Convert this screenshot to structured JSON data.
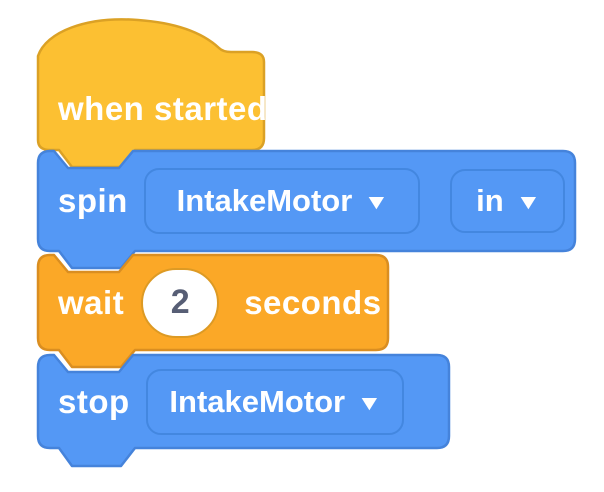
{
  "workspace": {
    "background": "#ffffff"
  },
  "colors": {
    "canvas_bg": "#ffffff",
    "hat_fill": "#FCC032",
    "hat_stroke": "#DBA125",
    "blue_fill": "#5498F5",
    "blue_stroke": "#4583DB",
    "blue_dropdown_stroke": "#4387E0",
    "orange_fill": "#FBA827",
    "orange_stroke": "#DA8E21",
    "input_bg": "#ffffff",
    "input_border": "#DD9A24",
    "label_text": "#ffffff",
    "input_text": "#575E75"
  },
  "icons": {
    "dropdown_arrow": "▼"
  },
  "blocks": [
    {
      "name": "when-started",
      "label": "when started"
    },
    {
      "name": "spin",
      "label": "spin",
      "dropdowns": [
        {
          "name": "motor",
          "value": "IntakeMotor"
        },
        {
          "name": "direction",
          "value": "in"
        }
      ]
    },
    {
      "name": "wait",
      "label": "wait",
      "value": "2",
      "unit_label": "seconds"
    },
    {
      "name": "stop",
      "label": "stop",
      "dropdowns": [
        {
          "name": "motor",
          "value": "IntakeMotor"
        }
      ]
    }
  ]
}
